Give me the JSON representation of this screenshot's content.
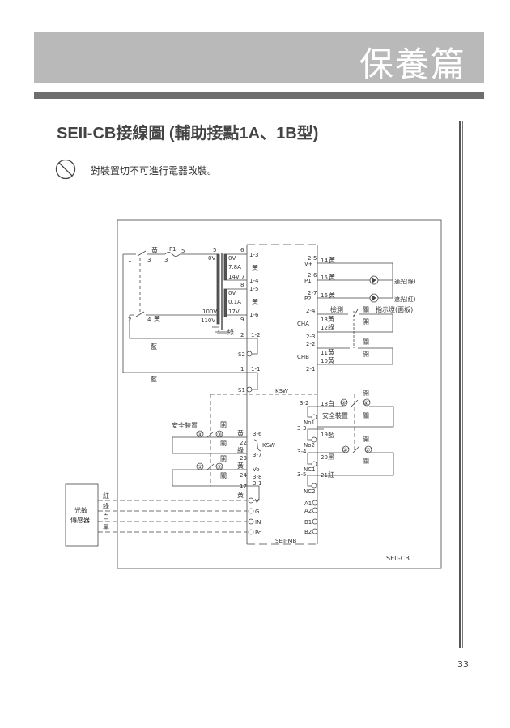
{
  "header": {
    "section": "保養篇"
  },
  "title": "SEII-CB接線圖 (輔助接點1A、1B型)",
  "warning": {
    "icon": "prohibited-icon",
    "text": "對裝置切不可進行電器改裝。"
  },
  "page_number": "33",
  "diagram": {
    "model_label": "SEII-CB",
    "board_label": "SEII-MB",
    "sensor_box": [
      "光敏",
      "傳感器"
    ],
    "sensor_wires": [
      "紅",
      "綠",
      "白",
      "黑"
    ],
    "sensor_terminals": [
      "V",
      "G",
      "IN",
      "Po"
    ],
    "transformer": {
      "fuse": "F1",
      "primary": [
        "0V",
        "100V",
        "110V"
      ],
      "sec1": [
        "0V",
        "7.8A",
        "14V"
      ],
      "sec2": [
        "0V",
        "0.1A",
        "17V"
      ],
      "pins": [
        "1",
        "3",
        "3",
        "5",
        "5",
        "2",
        "4",
        "6",
        "7",
        "8",
        "9"
      ]
    },
    "left_terminals": [
      "1-3",
      "1-4",
      "1-5",
      "1-6",
      "2",
      "1-2",
      "S2",
      "1",
      "1-1",
      "S1"
    ],
    "colors": {
      "yellow": "黃",
      "green": "綠",
      "blue": "藍",
      "white": "白",
      "black": "黑",
      "red": "紅"
    },
    "ksw": "KSW",
    "safety_device": "安全裝置",
    "open": "開",
    "close": "關",
    "left_safety_wires": [
      "22",
      "23",
      "24",
      "17"
    ],
    "left_safety_terminals": [
      "3-6",
      "3-7",
      "Vo",
      "3-8",
      "3-1"
    ],
    "left_safety_nodes": [
      "④",
      "③",
      "①",
      "②"
    ],
    "right_top_terminals": [
      {
        "pin": "2-5",
        "sub": "V+",
        "wire": "14"
      },
      {
        "pin": "2-6",
        "sub": "P1",
        "wire": "15"
      },
      {
        "pin": "2-7",
        "sub": "P2",
        "wire": "16"
      }
    ],
    "leds": [
      "通光(綠)",
      "遮光(紅)"
    ],
    "detect": "檢測",
    "indicator": "指示燈(面板)",
    "ch_terminals": [
      "2-4",
      "CHA",
      "13",
      "12",
      "2-3",
      "2-2",
      "CHB",
      "11",
      "10",
      "2-1"
    ],
    "right_safety_terminals": [
      "3-2",
      "3-3",
      "3-4",
      "3-5"
    ],
    "right_safety_wires": [
      "18",
      "19",
      "20",
      "21"
    ],
    "right_safety_nodes": [
      "③'",
      "④'",
      "①'",
      "②'"
    ],
    "board_contacts": [
      "No1",
      "No2",
      "NC1",
      "NC2",
      "A1",
      "A2",
      "B1",
      "B2"
    ]
  }
}
